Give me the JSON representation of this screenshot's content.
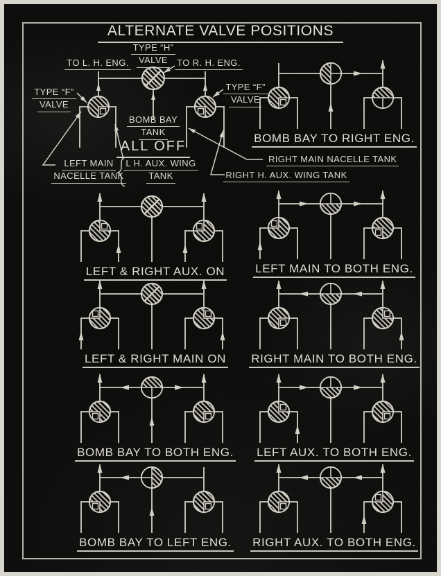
{
  "title": "ALTERNATE VALVE POSITIONS",
  "colors": {
    "line": "#d2cfc5",
    "hatch": "#c7c4ba",
    "background": "#0c0c0a",
    "page_edge": "#d8d5cc"
  },
  "legend": {
    "caption": "ALL OFF",
    "labels": {
      "to_lh_eng": "TO L. H. ENG.",
      "type_h_valve": [
        "TYPE “H”",
        "VALVE"
      ],
      "to_rh_eng": "TO R. H. ENG.",
      "type_f_valve_left": [
        "TYPE “F”",
        "VALVE"
      ],
      "type_f_valve_right": [
        "TYPE “F”",
        "VALVE"
      ],
      "bomb_bay_tank": [
        "BOMB BAY",
        "TANK"
      ],
      "left_main_nacelle_tank": [
        "LEFT MAIN",
        "NACELLE TANK"
      ],
      "lh_aux_wing_tank": [
        "L H. AUX. WING",
        "TANK"
      ],
      "right_main_nacelle_tank": "RIGHT MAIN NACELLE TANK",
      "right_h_aux_wing_tank": "RIGHT H. AUX. WING TANK"
    },
    "valves": {
      "left": "BR",
      "center": "closed",
      "right": "BL"
    }
  },
  "diagrams": [
    {
      "caption": "BOMB BAY TO RIGHT ENG.",
      "valves": {
        "left": "BR",
        "center": "right",
        "right": "B"
      },
      "arrows": {
        "top": [
          "right"
        ],
        "h": [
          [
            "right",
            "right"
          ]
        ],
        "bomb": true,
        "tank": []
      }
    },
    {
      "caption": "LEFT & RIGHT AUX. ON",
      "valves": {
        "left": "TR",
        "center": "closed",
        "right": "TL"
      },
      "arrows": {
        "top": [
          "left",
          "right"
        ],
        "h": [],
        "bomb": false,
        "tank": [
          "li",
          "ri"
        ]
      }
    },
    {
      "caption": "LEFT MAIN TO BOTH ENG.",
      "valves": {
        "left": "TL",
        "center": "top",
        "right": "BL"
      },
      "arrows": {
        "top": [
          "left",
          "right"
        ],
        "h": [
          [
            "left",
            "right"
          ],
          [
            "right",
            "right"
          ]
        ],
        "bomb": false,
        "tank": [
          "lo"
        ]
      }
    },
    {
      "caption": "LEFT & RIGHT MAIN ON",
      "valves": {
        "left": "TL",
        "center": "closed",
        "right": "TR"
      },
      "arrows": {
        "top": [
          "left",
          "right"
        ],
        "h": [],
        "bomb": false,
        "tank": [
          "lo",
          "ro"
        ]
      }
    },
    {
      "caption": "RIGHT MAIN TO BOTH ENG.",
      "valves": {
        "left": "BR",
        "center": "top",
        "right": "TR"
      },
      "arrows": {
        "top": [
          "left",
          "right"
        ],
        "h": [
          [
            "left",
            "left"
          ],
          [
            "right",
            "left"
          ]
        ],
        "bomb": false,
        "tank": [
          "ro"
        ]
      }
    },
    {
      "caption": "BOMB BAY TO BOTH ENG.",
      "valves": {
        "left": "BL",
        "center": "bottom",
        "right": "BR"
      },
      "arrows": {
        "top": [
          "left",
          "right"
        ],
        "h": [
          [
            "left",
            "left"
          ],
          [
            "right",
            "right"
          ]
        ],
        "bomb": true,
        "tank": []
      }
    },
    {
      "caption": "LEFT AUX. TO BOTH ENG.",
      "valves": {
        "left": "TR",
        "center": "top",
        "right": "BR"
      },
      "arrows": {
        "top": [
          "left",
          "right"
        ],
        "h": [
          [
            "left",
            "right"
          ],
          [
            "right",
            "right"
          ]
        ],
        "bomb": false,
        "tank": [
          "li"
        ]
      }
    },
    {
      "caption": "BOMB BAY TO LEFT ENG.",
      "valves": {
        "left": "BL",
        "center": "left",
        "right": "BR"
      },
      "arrows": {
        "top": [
          "left"
        ],
        "h": [
          [
            "left",
            "left"
          ]
        ],
        "bomb": true,
        "tank": []
      }
    },
    {
      "caption": "RIGHT AUX. TO BOTH ENG.",
      "valves": {
        "left": "BR",
        "center": "top",
        "right": "TL"
      },
      "arrows": {
        "top": [
          "left",
          "right"
        ],
        "h": [
          [
            "left",
            "left"
          ],
          [
            "right",
            "left"
          ]
        ],
        "bomb": false,
        "tank": [
          "ri"
        ]
      }
    }
  ]
}
